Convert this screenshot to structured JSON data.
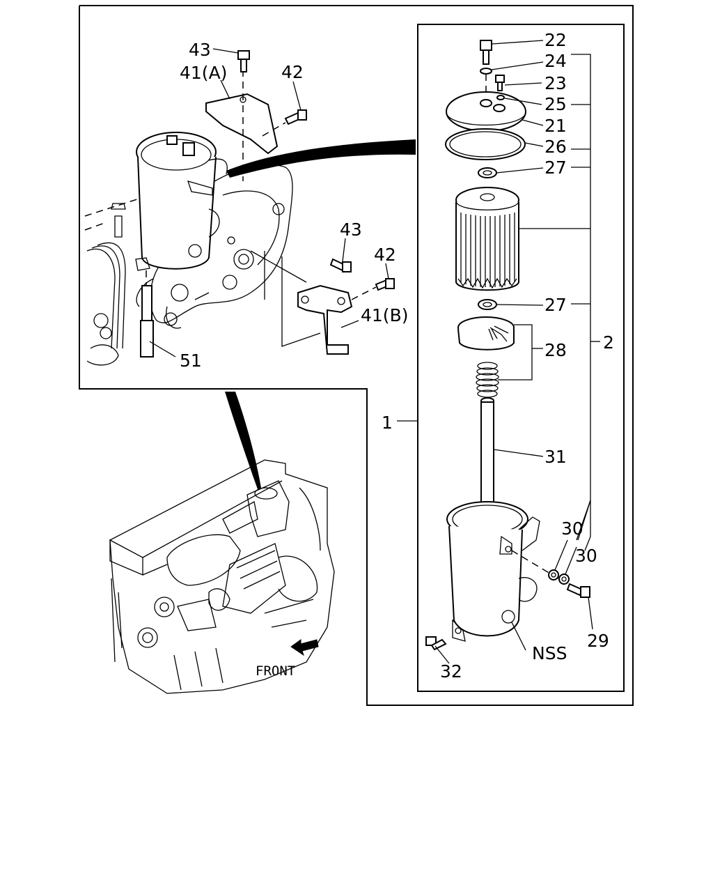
{
  "labels": {
    "43a": "43",
    "41a": "41(A)",
    "42a": "42",
    "43b": "43",
    "42b": "42",
    "41b": "41(B)",
    "51": "51",
    "22": "22",
    "24": "24",
    "23": "23",
    "25": "25",
    "21": "21",
    "26": "26",
    "27a": "27",
    "27b": "27",
    "2": "2",
    "28": "28",
    "1": "1",
    "31": "31",
    "30a": "30",
    "30b": "30",
    "29": "29",
    "nss": "NSS",
    "32": "32",
    "front": "FRONT"
  }
}
